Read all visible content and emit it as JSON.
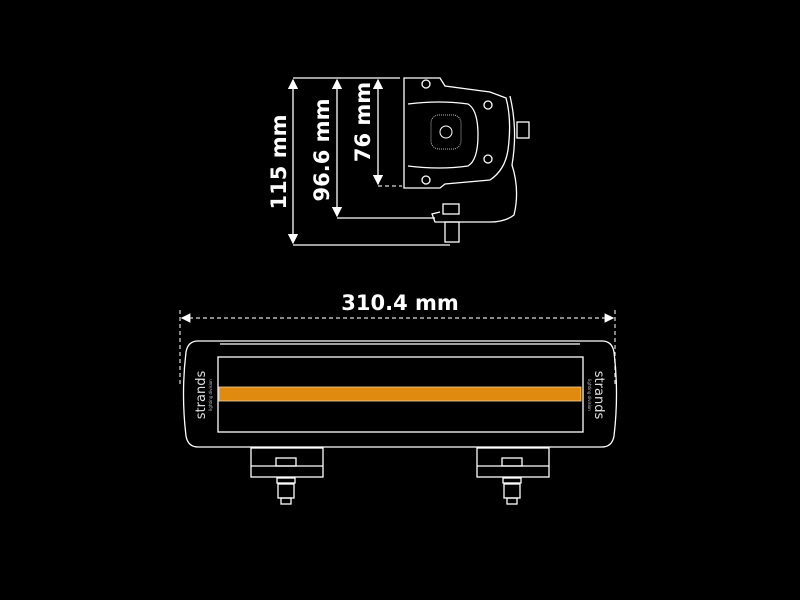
{
  "title": "Light bar dimension drawing",
  "dimensions": {
    "total_height": "115 mm",
    "mount_height": "96.6 mm",
    "body_height": "76 mm",
    "length": "310.4 mm"
  },
  "logo": {
    "brand": "strands",
    "tagline": "lighting division"
  },
  "colors": {
    "background": "#000000",
    "line": "#ffffff",
    "light_strip": "#e08a10"
  }
}
